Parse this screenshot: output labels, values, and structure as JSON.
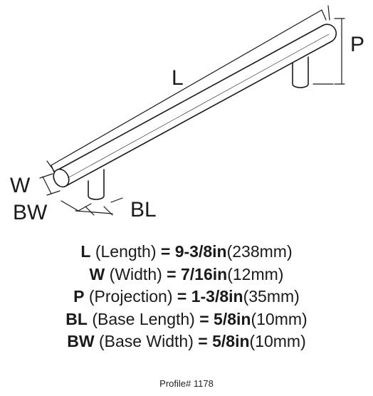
{
  "labels": {
    "length": "L",
    "projection": "P",
    "width": "W",
    "base_width": "BW",
    "base_length": "BL"
  },
  "specs": [
    {
      "abbr": "L",
      "name": "(Length)",
      "eq": "=",
      "imperial": "9-3/8in",
      "metric": "(238mm)"
    },
    {
      "abbr": "W",
      "name": "(Width)",
      "eq": "=",
      "imperial": "7/16in",
      "metric": "(12mm)"
    },
    {
      "abbr": "P",
      "name": "(Projection)",
      "eq": "=",
      "imperial": "1-3/8in",
      "metric": "(35mm)"
    },
    {
      "abbr": "BL",
      "name": "(Base Length)",
      "eq": "=",
      "imperial": "5/8in",
      "metric": "(10mm)"
    },
    {
      "abbr": "BW",
      "name": "(Base Width)",
      "eq": "=",
      "imperial": "5/8in",
      "metric": "(10mm)"
    }
  ],
  "profile": "Profile# 1178"
}
